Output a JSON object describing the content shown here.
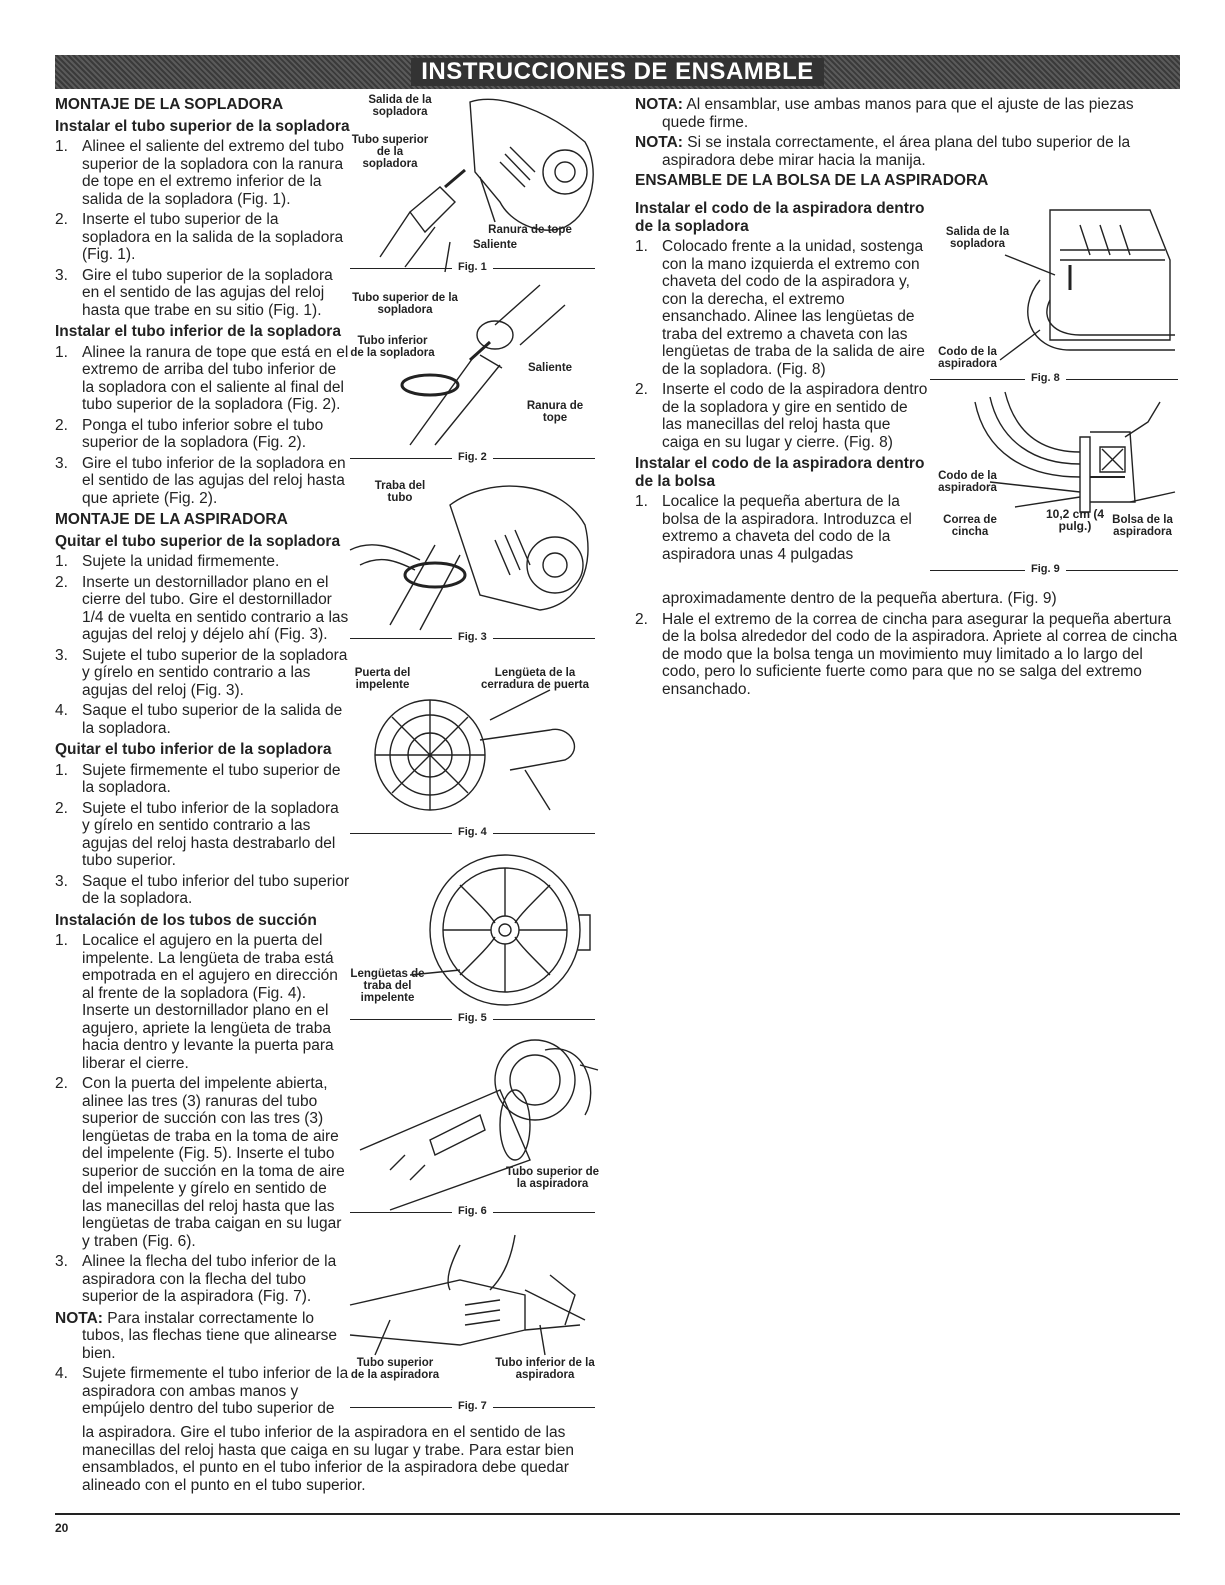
{
  "header": {
    "title": "INSTRUCCIONES DE ENSAMBLE"
  },
  "left": {
    "sec1_title": "MONTAJE DE LA SOPLADORA",
    "sub1": "Instalar el tubo superior de la sopladora",
    "sub1_items": [
      "Alinee el saliente del extremo del tubo superior de la sopladora con la ranura de tope en el extremo inferior de la salida de la sopladora (Fig. 1).",
      "Inserte el tubo superior de la sopladora en la salida de la sopladora (Fig. 1).",
      "Gire el tubo superior de la sopladora en el sentido de las agujas del reloj hasta que trabe en su sitio (Fig. 1)."
    ],
    "sub2": "Instalar el tubo inferior de la sopladora",
    "sub2_items": [
      "Alinee la ranura de tope que está en el extremo de arriba del tubo inferior de la sopladora con el saliente al final del tubo superior de la sopladora (Fig. 2).",
      "Ponga el tubo inferior sobre el tubo superior de la sopladora (Fig. 2).",
      "Gire el tubo inferior de la sopladora en el sentido de las agujas del reloj hasta que apriete (Fig. 2)."
    ],
    "sec2_title": "MONTAJE DE LA ASPIRADORA",
    "sub3": "Quitar el tubo superior de la sopladora",
    "sub3_items": [
      "Sujete la unidad firmemente.",
      "Inserte un destornillador plano en el cierre del tubo. Gire el destornillador 1/4 de vuelta en sentido contrario a las agujas del reloj y déjelo ahí (Fig. 3).",
      "Sujete el tubo superior de la sopladora y gírelo en sentido contrario a las agujas del reloj (Fig. 3).",
      "Saque el tubo superior de la salida de la sopladora."
    ],
    "sub4": "Quitar el tubo inferior de la sopladora",
    "sub4_items": [
      "Sujete firmemente el tubo superior de la sopladora.",
      "Sujete el tubo inferior de la sopladora y gírelo en sentido contrario a las agujas del reloj hasta destrabarlo del tubo superior.",
      "Saque el tubo inferior del tubo superior de la sopladora."
    ],
    "sub5": "Instalación de los tubos de succión",
    "sub5_items": [
      "Localice el agujero en la puerta del impelente. La lengüeta de traba está empotrada en el agujero en dirección al frente de la sopladora (Fig. 4). Inserte un destornillador plano en el agujero, apriete la lengüeta de traba hacia dentro y levante la puerta para liberar el cierre.",
      "Con la puerta del impelente abierta, alinee las tres (3) ranuras del tubo superior de succión con las tres (3) lengüetas de traba en la toma de aire del impelente (Fig. 5). Inserte el tubo superior de succión en la toma de aire del impelente y gírelo en sentido de las manecillas del reloj hasta que las lengüetas de traba caigan en su lugar y traben (Fig. 6).",
      "Alinee la flecha del tubo inferior de la aspiradora con la flecha del tubo superior de la aspiradora (Fig. 7)."
    ],
    "note_label": "NOTA:",
    "note_text": "Para instalar correctamente lo tubos, las flechas tiene que alinearse bien.",
    "item4": "Sujete firmemente el tubo inferior de la aspiradora con ambas manos y empújelo dentro del tubo superior de",
    "item4_cont": "la aspiradora. Gire el tubo inferior de la aspiradora en el sentido de las manecillas del reloj hasta que caiga en su lugar y trabe. Para estar bien ensamblados, el punto en el tubo inferior de la aspiradora debe quedar alineado con el punto en el tubo superior."
  },
  "right": {
    "note1_label": "NOTA:",
    "note1_text": "Al ensamblar, use ambas manos para que el ajuste de las piezas quede firme.",
    "note2_label": "NOTA:",
    "note2_text": "Si se instala correctamente, el área plana del tubo superior de la aspiradora debe mirar hacia la manija.",
    "sec_title": "ENSAMBLE DE LA BOLSA DE LA ASPIRADORA",
    "sub1": "Instalar el codo de la aspiradora dentro de la sopladora",
    "sub1_items": [
      "Colocado frente a la unidad, sostenga con la mano izquierda el extremo con chaveta del codo de la aspiradora y, con la derecha, el extremo ensanchado. Alinee las lengüetas de traba del extremo a chaveta con las lengüetas de traba de la salida de aire de la sopladora. (Fig. 8)",
      "Inserte el codo de la aspiradora dentro de la sopladora y gire en sentido de las manecillas del reloj hasta que caiga en su lugar y cierre. (Fig. 8)"
    ],
    "sub2": "Instalar el codo de la aspiradora dentro de la bolsa",
    "sub2_item1": "Localice la pequeña abertura de la bolsa de la aspiradora. Introduzca el extremo a chaveta del codo de la aspiradora unas 4 pulgadas",
    "sub2_item1_cont": "aproximadamente dentro de la pequeña abertura. (Fig. 9)",
    "sub2_item2": "Hale el extremo de la correa de cincha para asegurar la pequeña abertura de la bolsa alrededor del codo de la aspiradora. Apriete al correa de cincha de modo que la bolsa tenga un movimiento muy limitado a lo largo del codo, pero lo suficiente fuerte como para que no se salga del extremo ensanchado."
  },
  "figures": {
    "fig1": {
      "caption": "Fig. 1",
      "l1": "Salida de la sopladora",
      "l2": "Tubo superior de la sopladora",
      "l3": "Ranura de tope",
      "l4": "Saliente"
    },
    "fig2": {
      "caption": "Fig. 2",
      "l1": "Tubo superior de la sopladora",
      "l2": "Tubo inferior de la sopladora",
      "l3": "Saliente",
      "l4": "Ranura de tope"
    },
    "fig3": {
      "caption": "Fig. 3",
      "l1": "Traba del tubo"
    },
    "fig4": {
      "caption": "Fig. 4",
      "l1": "Puerta del impelente",
      "l2": "Lengüeta de la cerradura de puerta"
    },
    "fig5": {
      "caption": "Fig. 5",
      "l1": "Lengüetas de traba del impelente"
    },
    "fig6": {
      "caption": "Fig. 6",
      "l1": "Tubo superior de la aspiradora"
    },
    "fig7": {
      "caption": "Fig. 7",
      "l1": "Tubo superior de la aspiradora",
      "l2": "Tubo inferior de la aspiradora"
    },
    "fig8": {
      "caption": "Fig. 8",
      "l1": "Salida de la sopladora",
      "l2": "Codo de la aspiradora"
    },
    "fig9": {
      "caption": "Fig. 9",
      "l1": "Codo de la aspiradora",
      "l2": "Correa de cincha",
      "l3": "10,2 cm (4 pulg.)",
      "l4": "Bolsa de la aspiradora"
    }
  },
  "footer": {
    "page_number": "20"
  }
}
